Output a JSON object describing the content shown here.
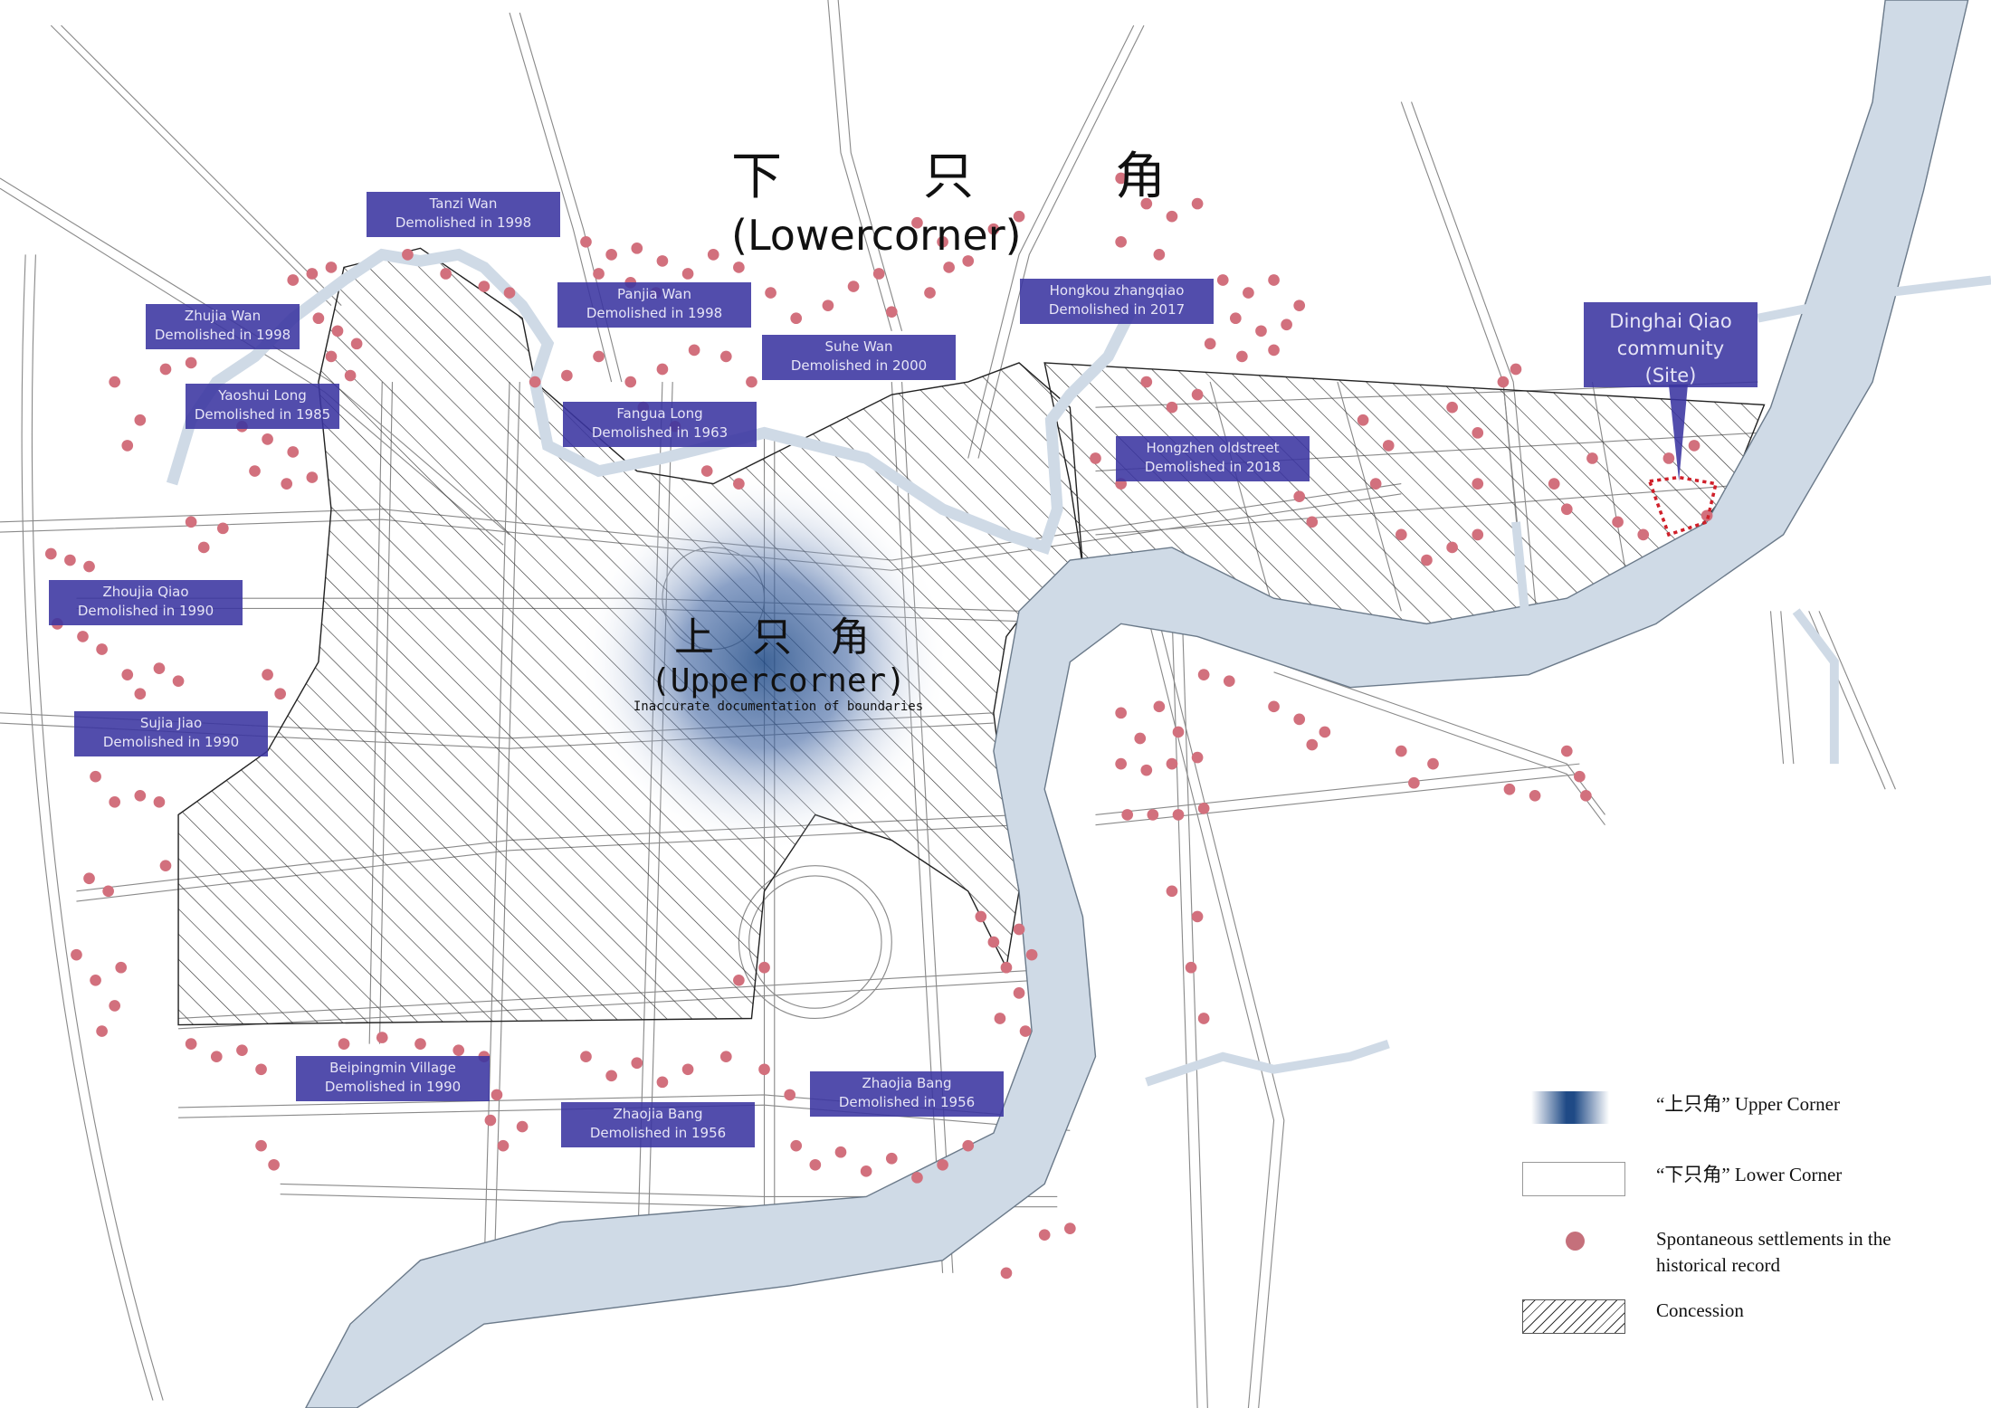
{
  "map": {
    "lower_corner_title": {
      "cjk": "下　只　角",
      "en": "(Lowercorner)"
    },
    "upper_corner_title": {
      "cjk": "上 只 角",
      "en": "(Uppercorner)",
      "note": "Inaccurate documentation of boundaries"
    },
    "colors": {
      "river": "#cfdae6",
      "river_edge": "#6b7a8a",
      "road": "#8a8a8a",
      "settlement_dot": "#d2707d",
      "callout_bg": "#3a34a0",
      "callout_text": "#e6e4f6",
      "upper_corner_glow": "#1f4a86",
      "site_outline": "#d0202a"
    },
    "callouts": [
      {
        "name": "Tanzi Wan",
        "status": "Demolished in 1998"
      },
      {
        "name": "Zhujia Wan",
        "status": "Demolished in 1998"
      },
      {
        "name": "Panjia Wan",
        "status": "Demolished in 1998"
      },
      {
        "name": "Suhe Wan",
        "status": "Demolished in 2000"
      },
      {
        "name": "Yaoshui Long",
        "status": "Demolished in 1985"
      },
      {
        "name": "Fangua Long",
        "status": "Demolished in 1963"
      },
      {
        "name": "Hongkou zhangqiao",
        "status": "Demolished in 2017"
      },
      {
        "name": "Hongzhen oldstreet",
        "status": "Demolished in 2018"
      },
      {
        "name": "Zhoujia Qiao",
        "status": "Demolished in 1990"
      },
      {
        "name": "Sujia Jiao",
        "status": "Demolished in 1990"
      },
      {
        "name": "Beipingmin Village",
        "status": "Demolished in 1990"
      },
      {
        "name": "Zhaojia Bang",
        "status": "Demolished in 1956"
      },
      {
        "name": "Zhaojia Bang",
        "status": "Demolished in 1956"
      }
    ],
    "site": {
      "line1": "Dinghai Qiao",
      "line2": "community",
      "line3": "(Site)"
    }
  },
  "legend": {
    "items": [
      {
        "label": "“上只角” Upper Corner",
        "symbol": "blue-gradient"
      },
      {
        "label": "“下只角” Lower Corner",
        "symbol": "white-box"
      },
      {
        "label": "Spontaneous settlements in the historical record",
        "symbol": "red-dot"
      },
      {
        "label": "Concession",
        "symbol": "hatched-box"
      }
    ]
  }
}
